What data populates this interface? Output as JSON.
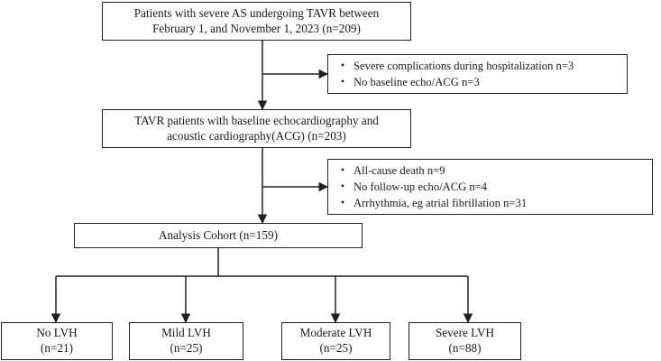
{
  "diagram": {
    "title": "TAVR patient selection flow diagram",
    "stroke_color": "#231f20",
    "background_color": "#ffffff",
    "nodes": {
      "enrolled": {
        "name": "enrolled-patients",
        "lines": [
          "Patients with severe AS undergoing TAVR between",
          "February 1, and November 1, 2023 (n=209)"
        ],
        "n": 209
      },
      "baseline": {
        "name": "baseline-assessed",
        "lines": [
          "TAVR patients with baseline echocardiography and",
          "acoustic cardiography(ACG) (n=203)"
        ],
        "n": 203
      },
      "cohort": {
        "name": "analysis-cohort",
        "lines": [
          "Analysis Cohort (n=159)"
        ],
        "n": 159
      }
    },
    "exclusions": [
      {
        "name": "exclusion-group-baseline",
        "items": [
          "Severe complications during hospitalization n=3",
          "No baseline echo/ACG n=3"
        ],
        "counts": [
          3,
          3
        ]
      },
      {
        "name": "exclusion-group-followup",
        "items": [
          "All-cause death n=9",
          "No follow-up echo/ACG n=4",
          "Arrhythmia, eg atrial fibrillation n=31"
        ],
        "counts": [
          9,
          4,
          31
        ]
      }
    ],
    "outcomes": [
      {
        "name": "no-lvh",
        "label": "No LVH",
        "count": "(n=21)",
        "n": 21
      },
      {
        "name": "mild-lvh",
        "label": "Mild LVH",
        "count": "(n=25)",
        "n": 25
      },
      {
        "name": "moderate-lvh",
        "label": "Moderate LVH",
        "count": "(n=25)",
        "n": 25
      },
      {
        "name": "severe-lvh",
        "label": "Severe LVH",
        "count": "(n=88)",
        "n": 88
      }
    ]
  }
}
